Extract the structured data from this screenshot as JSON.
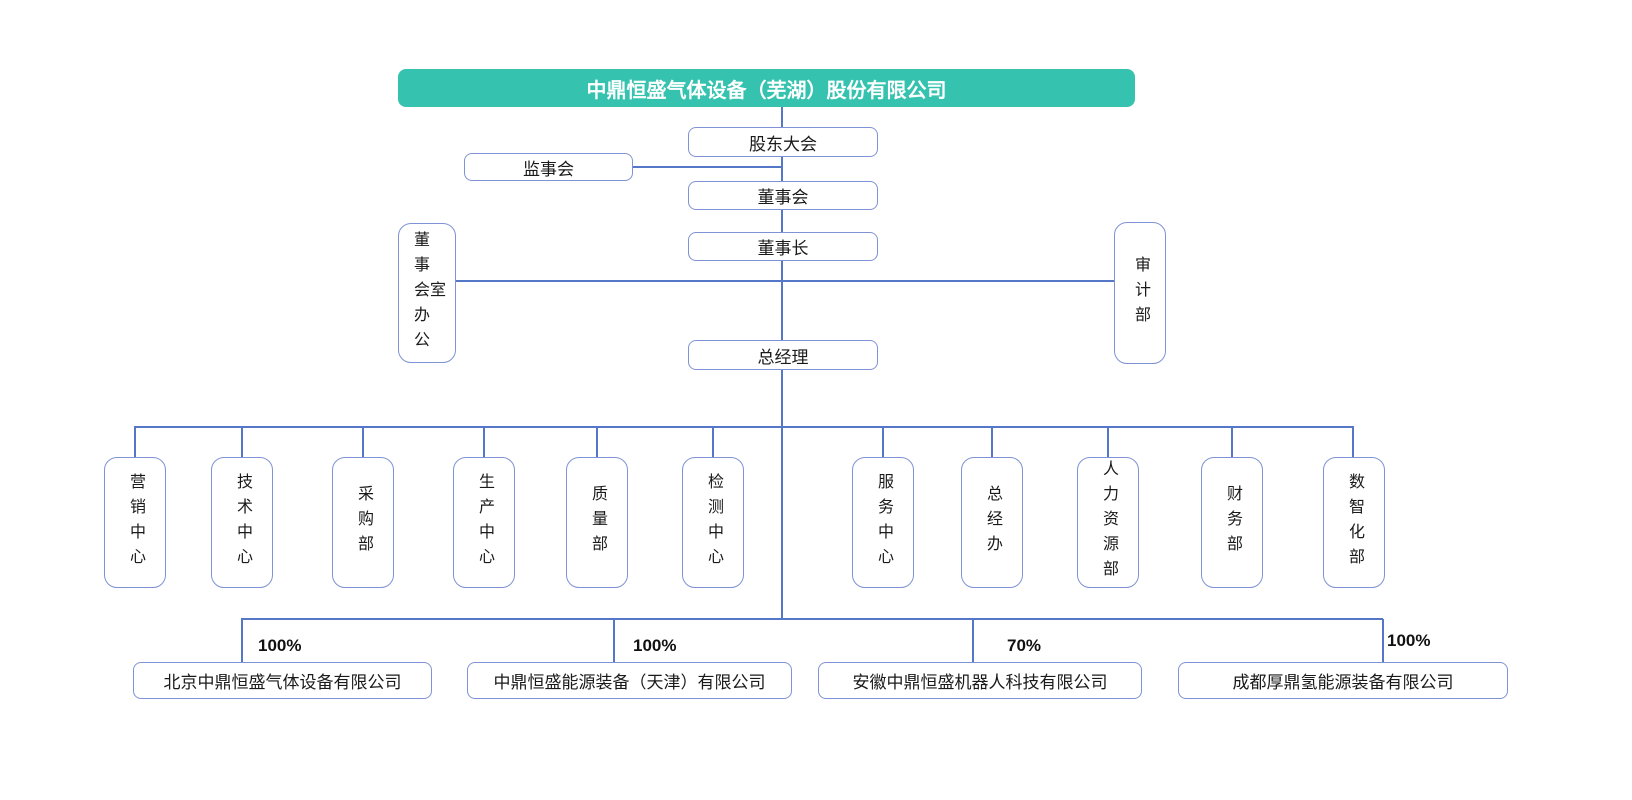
{
  "title": "中鼎恒盛气体设备（芜湖）股份有限公司",
  "nodes": {
    "shareholders_meeting": "股东大会",
    "supervisory_board": "监事会",
    "board_of_directors": "董事会",
    "chairman": "董事长",
    "board_office": "董事会办公室",
    "audit_department": "审计部",
    "general_manager": "总经理"
  },
  "departments": [
    "营销中心",
    "技术中心",
    "采购部",
    "生产中心",
    "质量部",
    "检测中心",
    "服务中心",
    "总经办",
    "人力资源部",
    "财务部",
    "数智化部"
  ],
  "subsidiaries": [
    {
      "name": "北京中鼎恒盛气体设备有限公司",
      "ownership": "100%"
    },
    {
      "name": "中鼎恒盛能源装备（天津）有限公司",
      "ownership": "100%"
    },
    {
      "name": "安徽中鼎恒盛机器人科技有限公司",
      "ownership": "70%"
    },
    {
      "name": "成都厚鼎氢能源装备有限公司",
      "ownership": "100%"
    }
  ],
  "colors": {
    "header_bg": "#35c3b0",
    "header_text": "#ffffff",
    "box_border": "#7f92d5",
    "connector_line": "#5577c8",
    "text": "#1a1a1a"
  }
}
